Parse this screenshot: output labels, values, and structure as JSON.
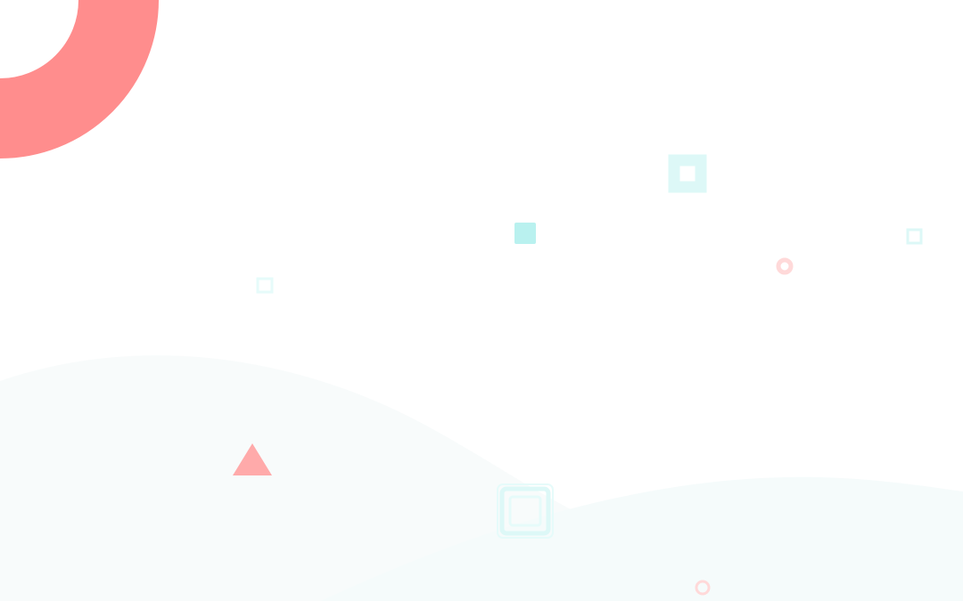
{
  "palette": {
    "background": "#ffffff",
    "wave_back": "#f8fbfb",
    "wave_front": "#f5fbfb",
    "coral": "#ff8d8d",
    "coral_light": "#ffaaaa",
    "coral_faint": "#ffd9d9",
    "teal_solid": "#b9f1ef",
    "teal_outline": "#ddf8f7",
    "teal_faint": "#e6fbfa"
  },
  "shapes": [
    "large-coral-ring",
    "background-wave",
    "outline-square",
    "solid-square",
    "small-outline-square",
    "small-pink-ring",
    "coral-triangle",
    "concentric-squares",
    "tiny-pink-ring"
  ]
}
